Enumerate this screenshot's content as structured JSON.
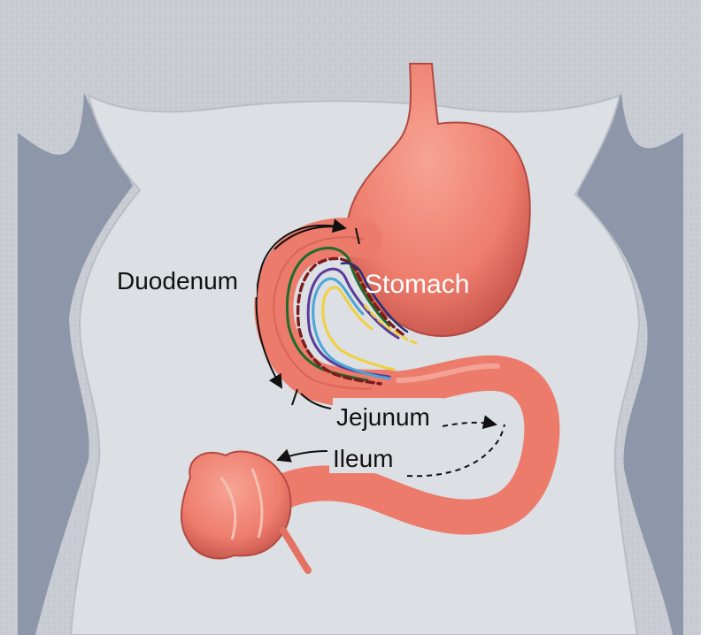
{
  "labels": {
    "duodenum": "Duodenum",
    "stomach": "Stomach",
    "jejunum": "Jejunum",
    "ileum": "Ileum"
  },
  "colors": {
    "background": "#c8ccd2",
    "body_silhouette": "#dcdfe2",
    "shadow_side": "#9098a8",
    "organ": "#ef8070",
    "organ_dark": "#b8443c",
    "organ_highlight": "#f6b0a0",
    "line_green": "#1f6a2c",
    "line_darkred": "#7c1c1c",
    "line_purple": "#5a3a9a",
    "line_blue": "#4aa6d6",
    "line_yellow": "#f0d040",
    "line_navy": "#23317a"
  }
}
